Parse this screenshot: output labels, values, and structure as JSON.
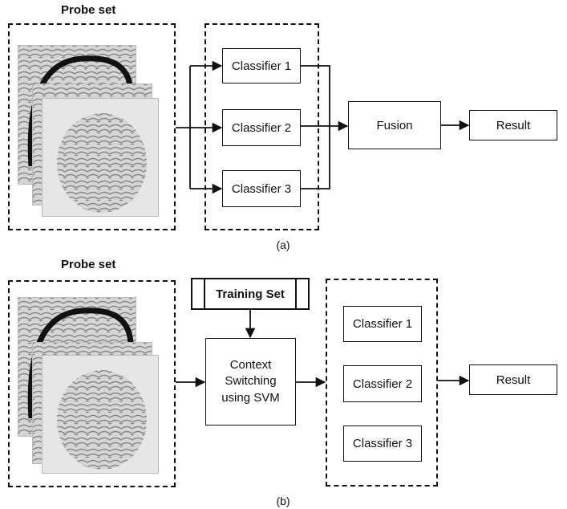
{
  "panel_a": {
    "probe_label": "Probe set",
    "classifiers": [
      "Classifier 1",
      "Classifier 2",
      "Classifier 3"
    ],
    "fusion": "Fusion",
    "result": "Result",
    "caption": "(a)"
  },
  "panel_b": {
    "probe_label": "Probe set",
    "training_set": "Training Set",
    "context_box": "Context Switching using SVM",
    "classifiers": [
      "Classifier 1",
      "Classifier 2",
      "Classifier 3"
    ],
    "result": "Result",
    "caption": "(b)"
  }
}
